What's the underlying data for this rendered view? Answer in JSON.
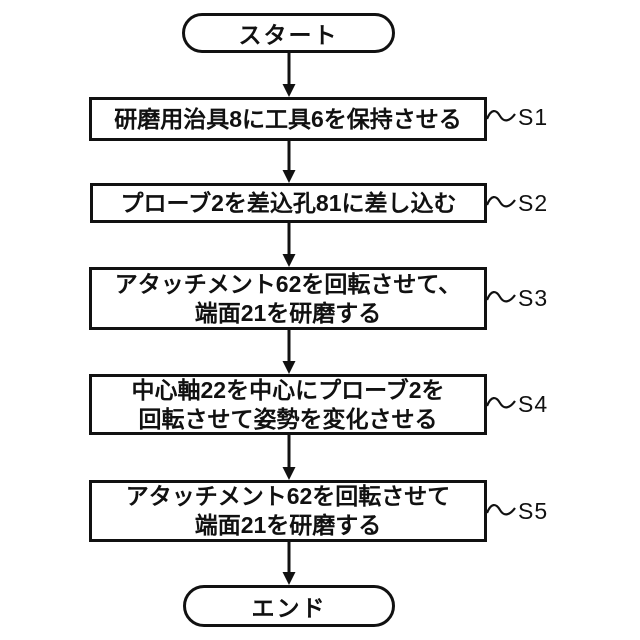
{
  "flowchart": {
    "title": "polishing-procedure-flowchart",
    "start": {
      "label": "スタート"
    },
    "end": {
      "label": "エンド"
    },
    "steps": [
      {
        "id": "S1",
        "lines": [
          "研磨用治具8に工具6を保持させる",
          ""
        ]
      },
      {
        "id": "S2",
        "lines": [
          "プローブ2を差込孔81に差し込む",
          ""
        ]
      },
      {
        "id": "S3",
        "lines": [
          "アタッチメント62を回転させて、",
          "端面21を研磨する"
        ]
      },
      {
        "id": "S4",
        "lines": [
          "中心軸22を中心にプローブ2を",
          "回転させて姿勢を変化させる"
        ]
      },
      {
        "id": "S5",
        "lines": [
          "アタッチメント62を回転させて",
          "端面21を研磨する"
        ]
      }
    ],
    "colors": {
      "stroke": "#111111",
      "background": "#ffffff"
    }
  }
}
